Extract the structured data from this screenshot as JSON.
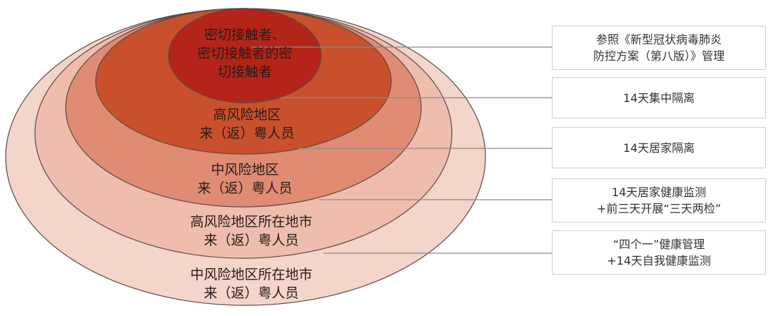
{
  "layers": [
    {
      "label_lines": [
        "密切接触者、",
        "密切接触者的密",
        "切接触者"
      ],
      "color": "#b52418",
      "measure_lines": [
        "参照《新型冠状病毒肺炎",
        "防控方案（第八版）》管理"
      ]
    },
    {
      "label_lines": [
        "高风险地区",
        "来（返）粤人员"
      ],
      "color": "#c9502c",
      "measure_lines": [
        "14天集中隔离"
      ]
    },
    {
      "label_lines": [
        "中风险地区",
        "来（返）粤人员"
      ],
      "color": "#e08b73",
      "measure_lines": [
        "14天居家隔离"
      ]
    },
    {
      "label_lines": [
        "高风险地区所在地市",
        "来（返）粤人员"
      ],
      "color": "#efbdad",
      "measure_lines": [
        "14天居家健康监测",
        "+前三天开展“三天两检”"
      ]
    },
    {
      "label_lines": [
        "中风险地区所在地市",
        "来（返）粤人员"
      ],
      "color": "#f4d5ca",
      "measure_lines": [
        "“四个一”健康管理",
        "+14天自我健康监测"
      ]
    }
  ]
}
